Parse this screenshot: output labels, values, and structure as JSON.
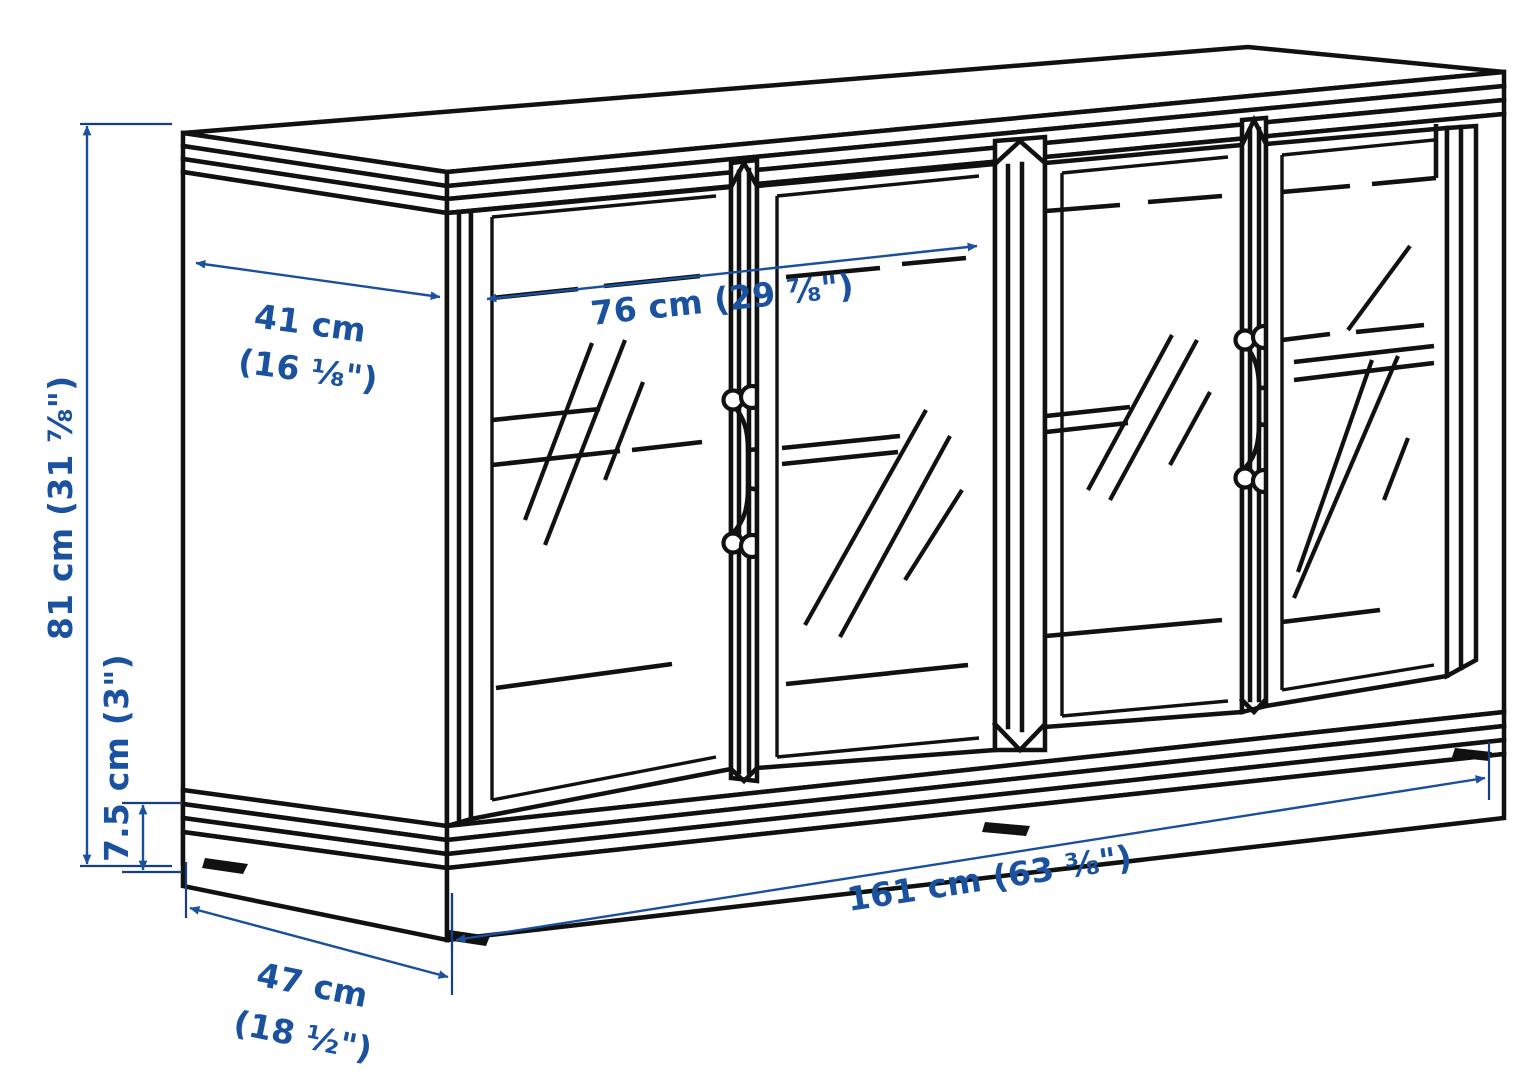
{
  "drawing": {
    "title": "Sideboard dimension drawing",
    "product_type": "four-door glass-front sideboard",
    "background_color": "#ffffff",
    "line_color": "#111111",
    "dimension_color": "#1a52a0",
    "view": "three-quarter isometric"
  },
  "dimensions": {
    "depth_top": {
      "label": "41 cm",
      "label_line2": "(16 ⅛\")",
      "value_cm": 41,
      "value_in": "16 1/8",
      "measures": "top panel depth",
      "arrow_style": "double-headed"
    },
    "door_pair_width": {
      "label": "76 cm (29 ⅞\")",
      "value_cm": 76,
      "value_in": "29 7/8",
      "measures": "inner compartment width",
      "arrow_style": "double-headed"
    },
    "height_total": {
      "label": "81 cm (31 ⅞\")",
      "value_cm": 81,
      "value_in": "31 7/8",
      "measures": "total height",
      "arrow_style": "double-headed",
      "orientation": "vertical"
    },
    "plinth_height": {
      "label": "7.5 cm (3\")",
      "value_cm": 7.5,
      "value_in": "3",
      "measures": "plinth / base height",
      "arrow_style": "double-headed",
      "orientation": "vertical"
    },
    "width_total": {
      "label": "161 cm (63 ⅜\")",
      "value_cm": 161,
      "value_in": "63 3/8",
      "measures": "total width",
      "arrow_style": "double-headed"
    },
    "depth_total": {
      "label": "47 cm",
      "label_line2": "(18 ½\")",
      "value_cm": 47,
      "value_in": "18 1/2",
      "measures": "total depth including plinth",
      "arrow_style": "double-headed"
    }
  },
  "cabinet": {
    "doors": 4,
    "handles": 2,
    "handle_style": "vertical bar pull with round mounts",
    "top_molding_lines": 3,
    "plinth_molding_lines": 3,
    "glass_doors": true,
    "shelves_visible": 3
  }
}
